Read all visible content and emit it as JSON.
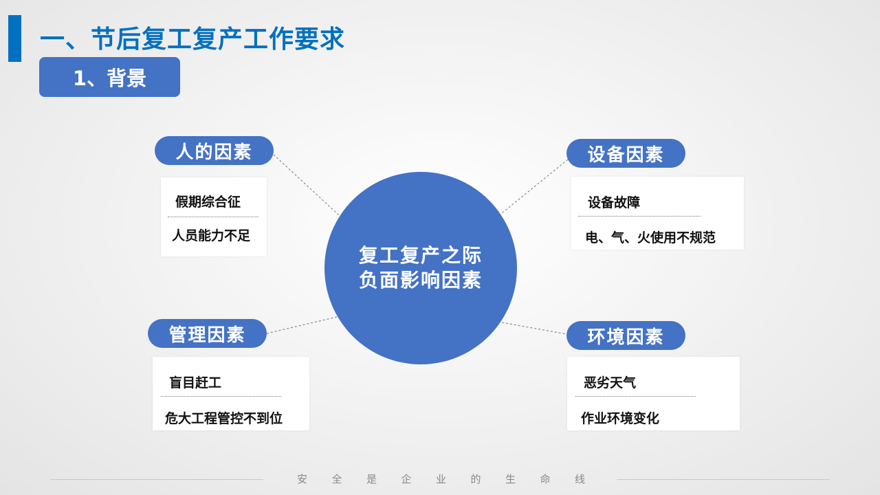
{
  "header": {
    "title": "一、节后复工复产工作要求",
    "section": "1、背景"
  },
  "center": {
    "line1": "复工复产之际",
    "line2": "负面影响因素"
  },
  "factors": [
    {
      "label": "人的因素",
      "items": [
        "假期综合征",
        "人员能力不足"
      ]
    },
    {
      "label": "设备因素",
      "items": [
        "设备故障",
        "电、气、火使用不规范"
      ]
    },
    {
      "label": "管理因素",
      "items": [
        "盲目赶工",
        "危大工程管控不到位"
      ]
    },
    {
      "label": "环境因素",
      "items": [
        "恶劣天气",
        "作业环境变化"
      ]
    }
  ],
  "footer": {
    "slogan": "安全是企业的生命线"
  },
  "colors": {
    "title": "#0070c0",
    "accent": "#4472c4"
  }
}
